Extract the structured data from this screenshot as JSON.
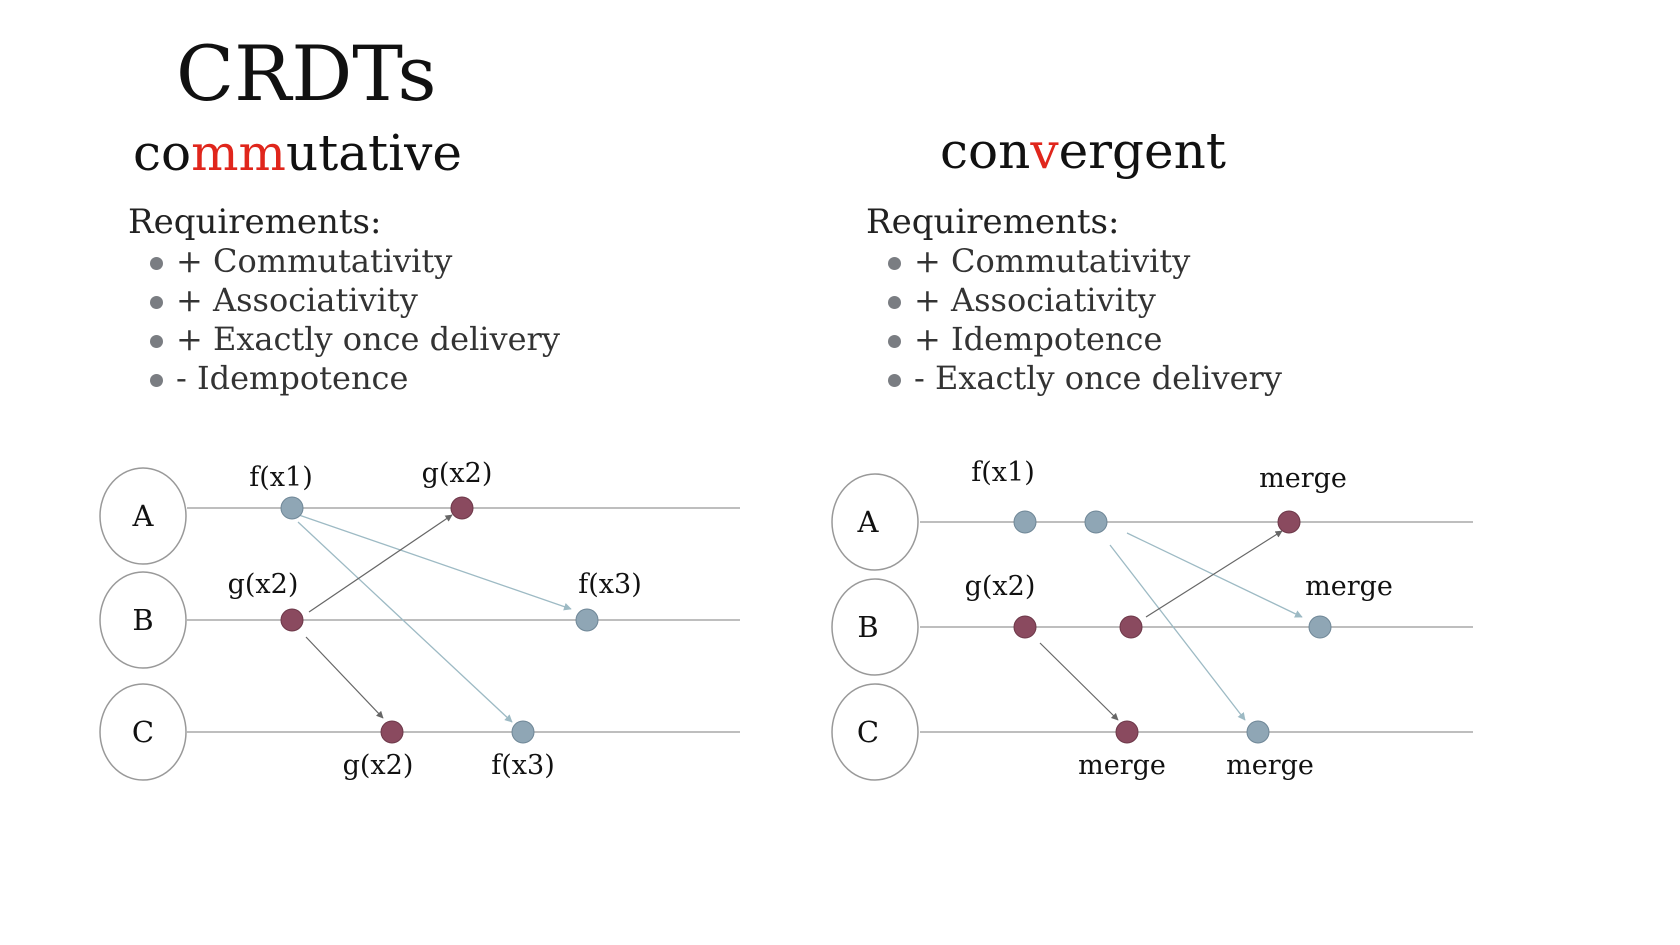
{
  "title": "CRDTs",
  "left": {
    "heading": {
      "pre": "co",
      "mid": "mm",
      "post": "utative"
    },
    "requirements_label": "Requirements:",
    "requirements": [
      "+ Commutativity",
      "+ Associativity",
      "+ Exactly once delivery",
      "- Idempotence"
    ]
  },
  "right": {
    "heading": {
      "pre": "con",
      "mid": "v",
      "post": "ergent"
    },
    "requirements_label": "Requirements:",
    "requirements": [
      "+ Commutativity",
      "+ Associativity",
      "+ Idempotence",
      "- Exactly once delivery"
    ]
  },
  "colors": {
    "highlight": "#e0261c",
    "event_blue": "#8fa6b5",
    "event_maroon": "#8a4a5f",
    "line": "#a8a8a8",
    "arrow_blue": "#9dbac4",
    "arrow_dark": "#666666"
  },
  "diagram_left": {
    "replicas": [
      "A",
      "B",
      "C"
    ],
    "labels": {
      "a_f": "f(x1)",
      "a_g": "g(x2)",
      "b_g": "g(x2)",
      "b_f": "f(x3)",
      "c_g": "g(x2)",
      "c_f": "f(x3)"
    }
  },
  "diagram_right": {
    "replicas": [
      "A",
      "B",
      "C"
    ],
    "labels": {
      "a_f": "f(x1)",
      "a_merge": "merge",
      "b_g": "g(x2)",
      "b_merge": "merge",
      "c_merge1": "merge",
      "c_merge2": "merge"
    }
  }
}
